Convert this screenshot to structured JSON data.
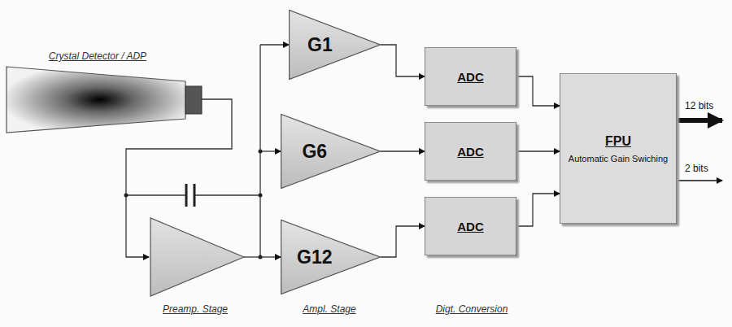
{
  "diagram": {
    "nodes": [
      {
        "text": [
          "G1"
        ]
      },
      {
        "text": [
          "G6"
        ]
      },
      {
        "text": [
          "G12"
        ]
      },
      {
        "text": [
          "ADC"
        ]
      },
      {
        "text": [
          "ADC"
        ]
      },
      {
        "text": [
          "ADC"
        ]
      },
      {
        "text": [
          "FPU",
          "Automatic Gain Swiching"
        ]
      }
    ],
    "edges": [
      {
        "from": 0,
        "to": 3,
        "arrow": "to"
      },
      {
        "from": 1,
        "to": 4,
        "arrow": "to"
      },
      {
        "from": 2,
        "to": 5,
        "arrow": "to"
      },
      {
        "from": 3,
        "to": 6,
        "arrow": "to"
      },
      {
        "from": 4,
        "to": 6,
        "arrow": "to"
      },
      {
        "from": 5,
        "to": 6,
        "arrow": "to"
      }
    ],
    "labels": [
      "Crystal Detector / ADP",
      "Preamp. Stage",
      "Ampl. Stage",
      "Digt. Conversion",
      "12 bits",
      "2 bits"
    ]
  }
}
